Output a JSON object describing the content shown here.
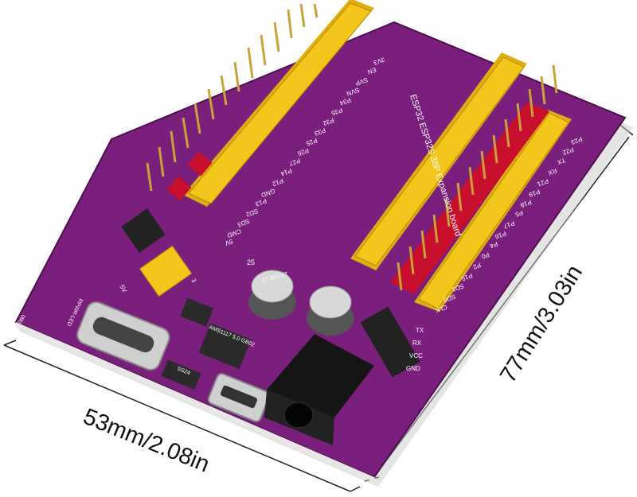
{
  "dimensions": {
    "width_label": "53mm/2.08in",
    "length_label": "77mm/3.03in"
  },
  "board": {
    "title": "ESP32 ESP32S 38P Expansion board",
    "pin_labels_left": [
      "3V3",
      "EN",
      "SVP",
      "SVN",
      "P34",
      "P35",
      "P32",
      "P33",
      "P25",
      "P26",
      "P27",
      "P14",
      "P12",
      "GND",
      "P13",
      "SD2",
      "SD3",
      "CMD",
      "5V"
    ],
    "pin_labels_right": [
      "P23",
      "P22",
      "TX",
      "RX",
      "P21",
      "P19",
      "P18",
      "P5",
      "P17",
      "P16",
      "P4",
      "P0",
      "P2",
      "P15",
      "SD1",
      "SD0",
      "CLK"
    ],
    "uart_labels": [
      "TX",
      "RX",
      "VCC",
      "GND"
    ],
    "pin_count_label": "25",
    "jumper_labels": [
      "3",
      "5V"
    ],
    "led_label": "RPWR-LED",
    "board_code": "0902",
    "capacitor_label": "47 35V VT",
    "regulator_label": "AMS1117 5.0 GB02",
    "diode_label": "SS24",
    "colors": {
      "pcb": "#7a1f7c",
      "header_yellow": "#f2c61a",
      "header_red": "#c8102e",
      "jack": "#151515"
    }
  }
}
